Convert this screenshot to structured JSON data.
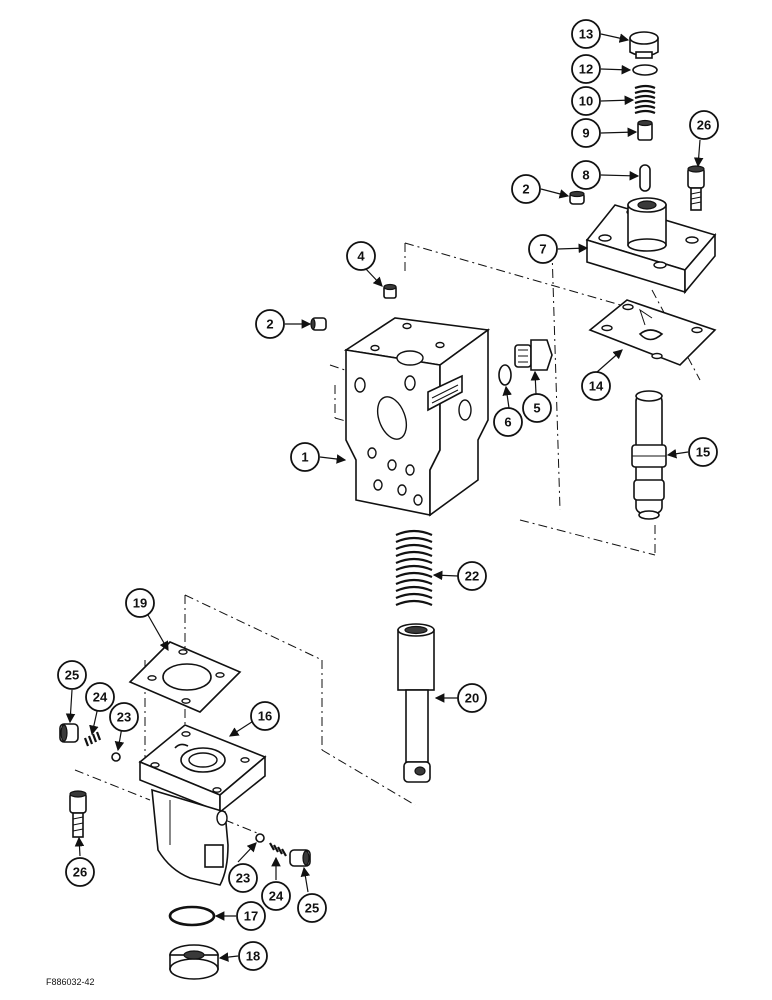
{
  "figure_code": "F886032-42",
  "callouts": {
    "c1": "1",
    "c2a": "2",
    "c2b": "2",
    "c4": "4",
    "c5": "5",
    "c6": "6",
    "c7": "7",
    "c8": "8",
    "c9": "9",
    "c10": "10",
    "c12": "12",
    "c13": "13",
    "c14": "14",
    "c15": "15",
    "c16": "16",
    "c17": "17",
    "c18": "18",
    "c19": "19",
    "c20": "20",
    "c22": "22",
    "c23a": "23",
    "c23b": "23",
    "c24a": "24",
    "c24b": "24",
    "c25a": "25",
    "c25b": "25",
    "c26a": "26",
    "c26b": "26"
  },
  "colors": {
    "ink": "#111111",
    "paper": "#ffffff"
  }
}
